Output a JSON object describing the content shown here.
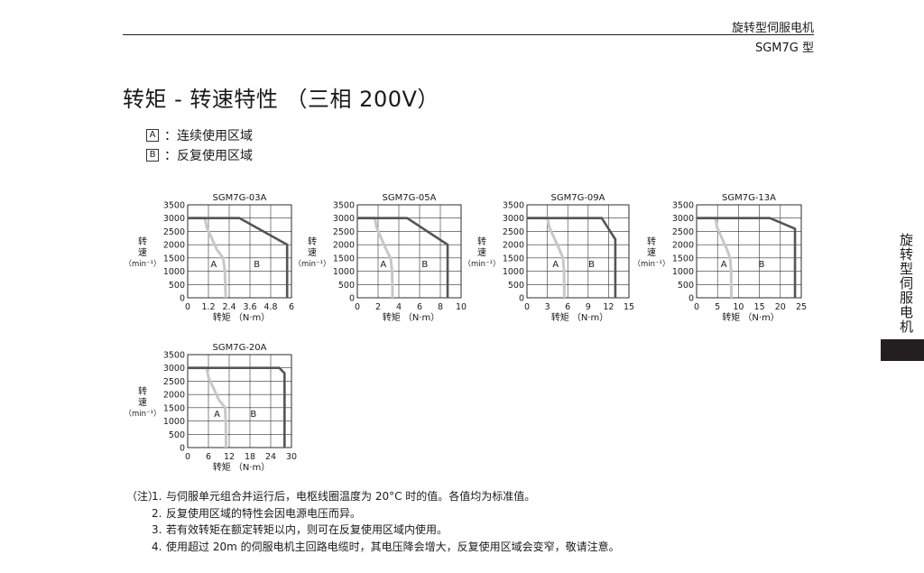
{
  "header": {
    "series": "旋转型伺服电机",
    "model": "SGM7G 型"
  },
  "title": "转矩 - 转速特性 （三相 200V）",
  "legend": [
    {
      "key": "A",
      "text": "：连续使用区域"
    },
    {
      "key": "B",
      "text": "：反复使用区域"
    }
  ],
  "side_tab": {
    "text": "旋转型伺服电机",
    "color": "#231f20"
  },
  "colors": {
    "continuous_line": "#c8c8c8",
    "repeat_line": "#555555",
    "grid": "#333333"
  },
  "chart_data": [
    {
      "type": "line",
      "title": "SGM7G-03A",
      "ylabel": [
        "转",
        "速",
        "（min⁻¹）"
      ],
      "xlabel": "转矩 （N·m）",
      "xticks": [
        "0",
        "1.2",
        "2.4",
        "3.6",
        "4.8",
        "6"
      ],
      "xlim": [
        0,
        6
      ],
      "yticks": [
        "0",
        "500",
        "1000",
        "1500",
        "2000",
        "2500",
        "3000",
        "3500"
      ],
      "ylim": [
        0,
        3500
      ],
      "region_labels": [
        "A",
        "B"
      ],
      "series": [
        {
          "x": [
            0,
            1.0,
            1.1,
            1.7,
            2.05,
            2.15,
            2.2
          ],
          "y": [
            3000,
            3000,
            2650,
            1800,
            1500,
            1000,
            0
          ]
        },
        {
          "x": [
            0,
            3.0,
            5.75,
            5.75
          ],
          "y": [
            3000,
            3000,
            2000,
            0
          ]
        }
      ],
      "region_label_pos": [
        [
          1.5,
          1150
        ],
        [
          4.0,
          1150
        ]
      ]
    },
    {
      "type": "line",
      "title": "SGM7G-05A",
      "ylabel": [
        "转",
        "速",
        "（min⁻¹）"
      ],
      "xlabel": "转矩 （N·m）",
      "xticks": [
        "0",
        "2",
        "4",
        "6",
        "8",
        "10"
      ],
      "xlim": [
        0,
        10
      ],
      "yticks": [
        "0",
        "500",
        "1000",
        "1500",
        "2000",
        "2500",
        "3000",
        "3500"
      ],
      "ylim": [
        0,
        3500
      ],
      "region_labels": [
        "A",
        "B"
      ],
      "series": [
        {
          "x": [
            0,
            1.7,
            1.85,
            2.8,
            3.2,
            3.35,
            3.4
          ],
          "y": [
            3000,
            3000,
            2650,
            1800,
            1500,
            1000,
            0
          ]
        },
        {
          "x": [
            0,
            4.8,
            8.7,
            8.7
          ],
          "y": [
            3000,
            3000,
            2000,
            0
          ]
        }
      ],
      "region_label_pos": [
        [
          2.5,
          1150
        ],
        [
          6.5,
          1150
        ]
      ]
    },
    {
      "type": "line",
      "title": "SGM7G-09A",
      "ylabel": [
        "转",
        "速",
        "（min⁻¹）"
      ],
      "xlabel": "转矩 （N·m）",
      "xticks": [
        "0",
        "3",
        "6",
        "9",
        "12",
        "15"
      ],
      "xlim": [
        0,
        15
      ],
      "yticks": [
        "0",
        "500",
        "1000",
        "1500",
        "2000",
        "2500",
        "3000",
        "3500"
      ],
      "ylim": [
        0,
        3500
      ],
      "region_labels": [
        "A",
        "B"
      ],
      "series": [
        {
          "x": [
            0,
            3.0,
            3.3,
            4.8,
            5.3,
            5.45,
            5.5
          ],
          "y": [
            3000,
            3000,
            2650,
            1800,
            1500,
            1000,
            0
          ]
        },
        {
          "x": [
            0,
            11.0,
            13.0,
            13.0
          ],
          "y": [
            3000,
            3000,
            2200,
            0
          ]
        }
      ],
      "region_label_pos": [
        [
          4.2,
          1150
        ],
        [
          9.5,
          1150
        ]
      ]
    },
    {
      "type": "line",
      "title": "SGM7G-13A",
      "ylabel": [
        "转",
        "速",
        "（min⁻¹）"
      ],
      "xlabel": "转矩 （N·m）",
      "xticks": [
        "0",
        "5",
        "10",
        "15",
        "20",
        "25"
      ],
      "xlim": [
        0,
        25
      ],
      "yticks": [
        "0",
        "500",
        "1000",
        "1500",
        "2000",
        "2500",
        "3000",
        "3500"
      ],
      "ylim": [
        0,
        3500
      ],
      "region_labels": [
        "A",
        "B"
      ],
      "series": [
        {
          "x": [
            0,
            4.5,
            4.9,
            7.3,
            8.0,
            8.25,
            8.3
          ],
          "y": [
            3000,
            3000,
            2650,
            1800,
            1500,
            1000,
            0
          ]
        },
        {
          "x": [
            0,
            17.5,
            23.5,
            23.5
          ],
          "y": [
            3000,
            3000,
            2600,
            0
          ]
        }
      ],
      "region_label_pos": [
        [
          6.5,
          1150
        ],
        [
          15.5,
          1150
        ]
      ]
    },
    {
      "type": "line",
      "title": "SGM7G-20A",
      "ylabel": [
        "转",
        "速",
        "（min⁻¹）"
      ],
      "xlabel": "转矩 （N·m）",
      "xticks": [
        "0",
        "6",
        "12",
        "18",
        "24",
        "30"
      ],
      "xlim": [
        0,
        30
      ],
      "yticks": [
        "0",
        "500",
        "1000",
        "1500",
        "2000",
        "2500",
        "3000",
        "3500"
      ],
      "ylim": [
        0,
        3500
      ],
      "region_labels": [
        "A",
        "B"
      ],
      "series": [
        {
          "x": [
            0,
            5.5,
            6.0,
            9.0,
            10.8,
            11.0,
            11.1
          ],
          "y": [
            3000,
            3000,
            2650,
            1800,
            1500,
            1000,
            0
          ]
        },
        {
          "x": [
            0,
            26.5,
            28.0,
            28.0
          ],
          "y": [
            3000,
            3000,
            2800,
            0
          ]
        }
      ],
      "region_label_pos": [
        [
          8.5,
          1150
        ],
        [
          19.0,
          1150
        ]
      ]
    }
  ],
  "notes": {
    "prefix": "（注）",
    "items": [
      {
        "num": "1.",
        "text": "与伺服单元组合并运行后，电枢线圈温度为 20°C 时的值。各值均为标准值。"
      },
      {
        "num": "2.",
        "text": "反复使用区域的特性会因电源电压而异。"
      },
      {
        "num": "3.",
        "text": "若有效转矩在额定转矩以内，则可在反复使用区域内使用。"
      },
      {
        "num": "4.",
        "text": "使用超过 20m 的伺服电机主回路电缆时，其电压降会增大，反复使用区域会变窄，敬请注意。"
      }
    ]
  }
}
